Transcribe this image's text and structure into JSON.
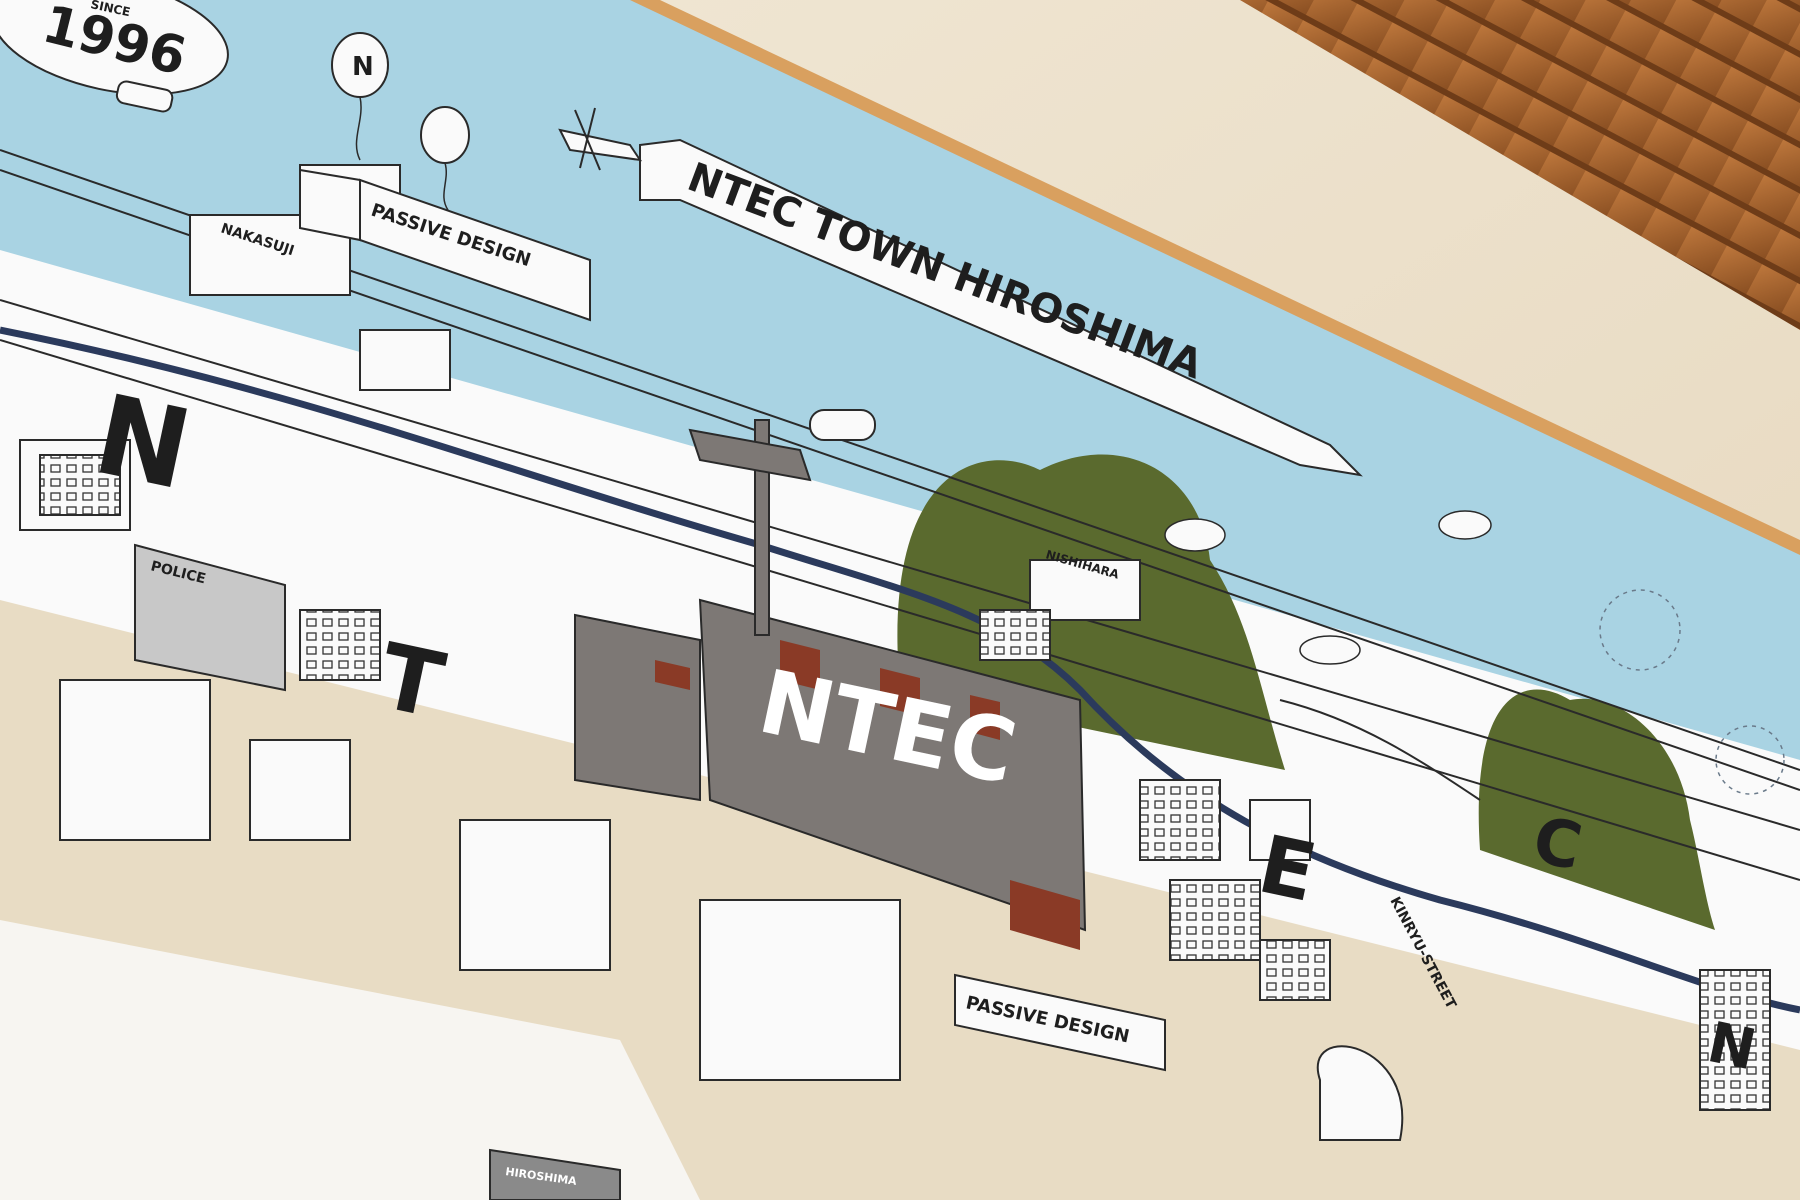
{
  "mural": {
    "banner_text": "NTEC TOWN HIROSHIMA",
    "blimp_year": "1996",
    "blimp_small_text": "SINCE",
    "balloon_letter": "N",
    "truck_label": "PASSIVE DESIGN",
    "station_sign": "NAKASUJI",
    "police_label": "POLICE",
    "nishihara_sign": "NISHIHARA",
    "main_building_text": "NTEC",
    "street_label": "KINRYU-STREET",
    "lower_billboard": "PASSIVE DESIGN",
    "big_letters": [
      "N",
      "T",
      "E",
      "C",
      "N"
    ],
    "corner_sign_line1": "HIROSHIMA",
    "colors": {
      "sky": "#a9d3e3",
      "wall": "#f3ecdd",
      "frame": "#d9a05f",
      "slats": "#a8632e",
      "hill": "#5a6a2e",
      "river": "#2b3a5c",
      "building_gray": "#7d7875",
      "accent_red": "#8a3a26"
    }
  }
}
